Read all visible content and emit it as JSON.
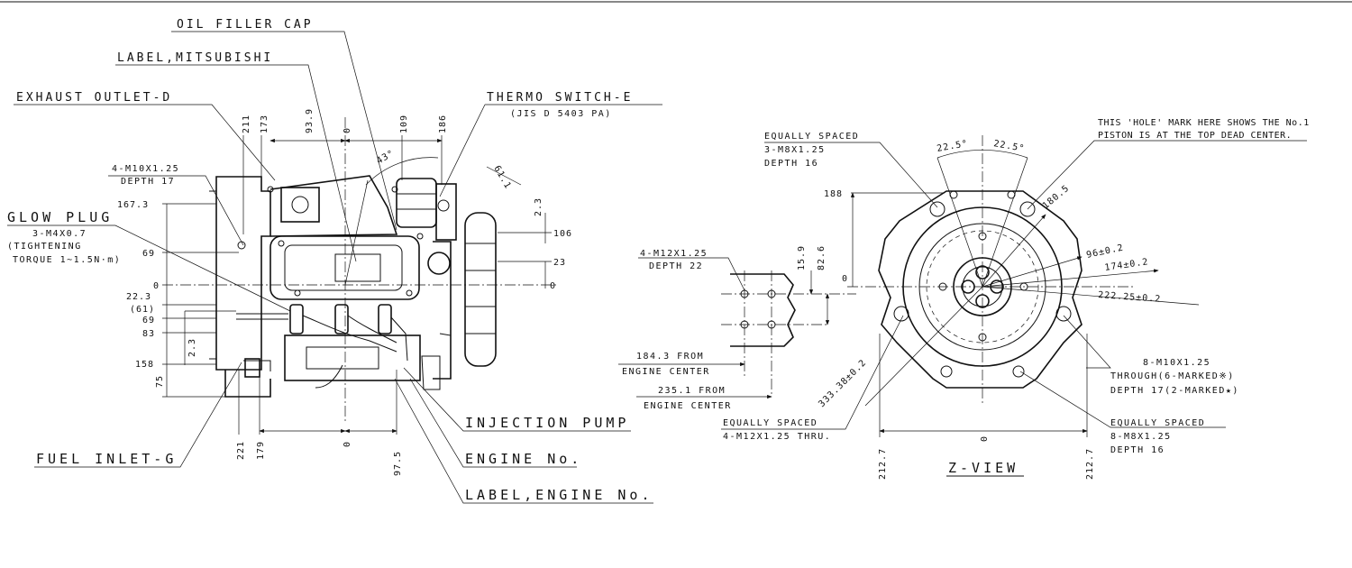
{
  "labels": {
    "oil_filler_cap": "OIL FILLER CAP",
    "label_mitsubishi": "LABEL,MITSUBISHI",
    "exhaust_outlet": "EXHAUST OUTLET-D",
    "thermo_switch": "THERMO SWITCH-E",
    "thermo_spec": "(JIS D 5403 PA)",
    "m10_title": "4-M10X1.25",
    "m10_depth": "DEPTH 17",
    "glow_plug": "GLOW PLUG",
    "glow_thread": "3-M4X0.7",
    "glow_tight1": "(TIGHTENING",
    "glow_tight2": "TORQUE 1~1.5N·m)",
    "fuel_inlet": "FUEL INLET-G",
    "injection_pump": "INJECTION PUMP",
    "engine_no": "ENGINE No.",
    "label_engine_no": "LABEL,ENGINE No.",
    "m12_title": "4-M12X1.25",
    "m12_depth": "DEPTH 22",
    "from1_a": "184.3 FROM",
    "from1_b": "ENGINE CENTER",
    "from2_a": "235.1 FROM",
    "from2_b": "ENGINE CENTER",
    "eq1_a": "EQUALLY SPACED",
    "eq1_b": "3-M8X1.25",
    "eq1_c": "DEPTH 16",
    "hole_a": "THIS 'HOLE' MARK HERE SHOWS THE No.1",
    "hole_b": "PISTON IS AT THE TOP DEAD CENTER.",
    "eq2_a": "EQUALLY SPACED",
    "eq2_b": "4-M12X1.25 THRU.",
    "m10b_a": "8-M10X1.25",
    "m10b_b": "THROUGH(6-MARKED※)",
    "m10b_c": "DEPTH 17(2-MARKED★)",
    "eq3_a": "EQUALLY SPACED",
    "eq3_b": "8-M8X1.25",
    "eq3_c": "DEPTH 16",
    "zview": "Z-VIEW"
  },
  "dims_left": {
    "d211": "211",
    "d173": "173",
    "d93_9": "93.9",
    "d0_top": "0",
    "d109": "109",
    "d186": "186",
    "d43": "43°",
    "d61_1": "61.1",
    "d2_3_top": "2.3",
    "d106": "106",
    "d23": "23",
    "d0_right": "0",
    "d167_3": "167.3",
    "d69_a": "69",
    "d0_left": "0",
    "d22_3": "22.3",
    "d61": "(61)",
    "d69_b": "69",
    "d83": "83",
    "d2_3_side": "2.3",
    "d158": "158",
    "d75": "75",
    "d221": "221",
    "d179": "179",
    "d0_bottom": "0",
    "d97_5": "97.5"
  },
  "dims_right": {
    "d15_9": "15.9",
    "d82_6": "82.6",
    "d188": "188",
    "d0_z": "0",
    "d22_5a": "22.5°",
    "d22_5b": "22.5°",
    "d180_5": "180.5",
    "d96": "96±0.2",
    "d174": "174±0.2",
    "d222_25": "222.25±0.2",
    "d333_38": "333.38±0.2",
    "d212_7a": "212.7",
    "d0_zb": "0",
    "d212_7b": "212.7"
  }
}
